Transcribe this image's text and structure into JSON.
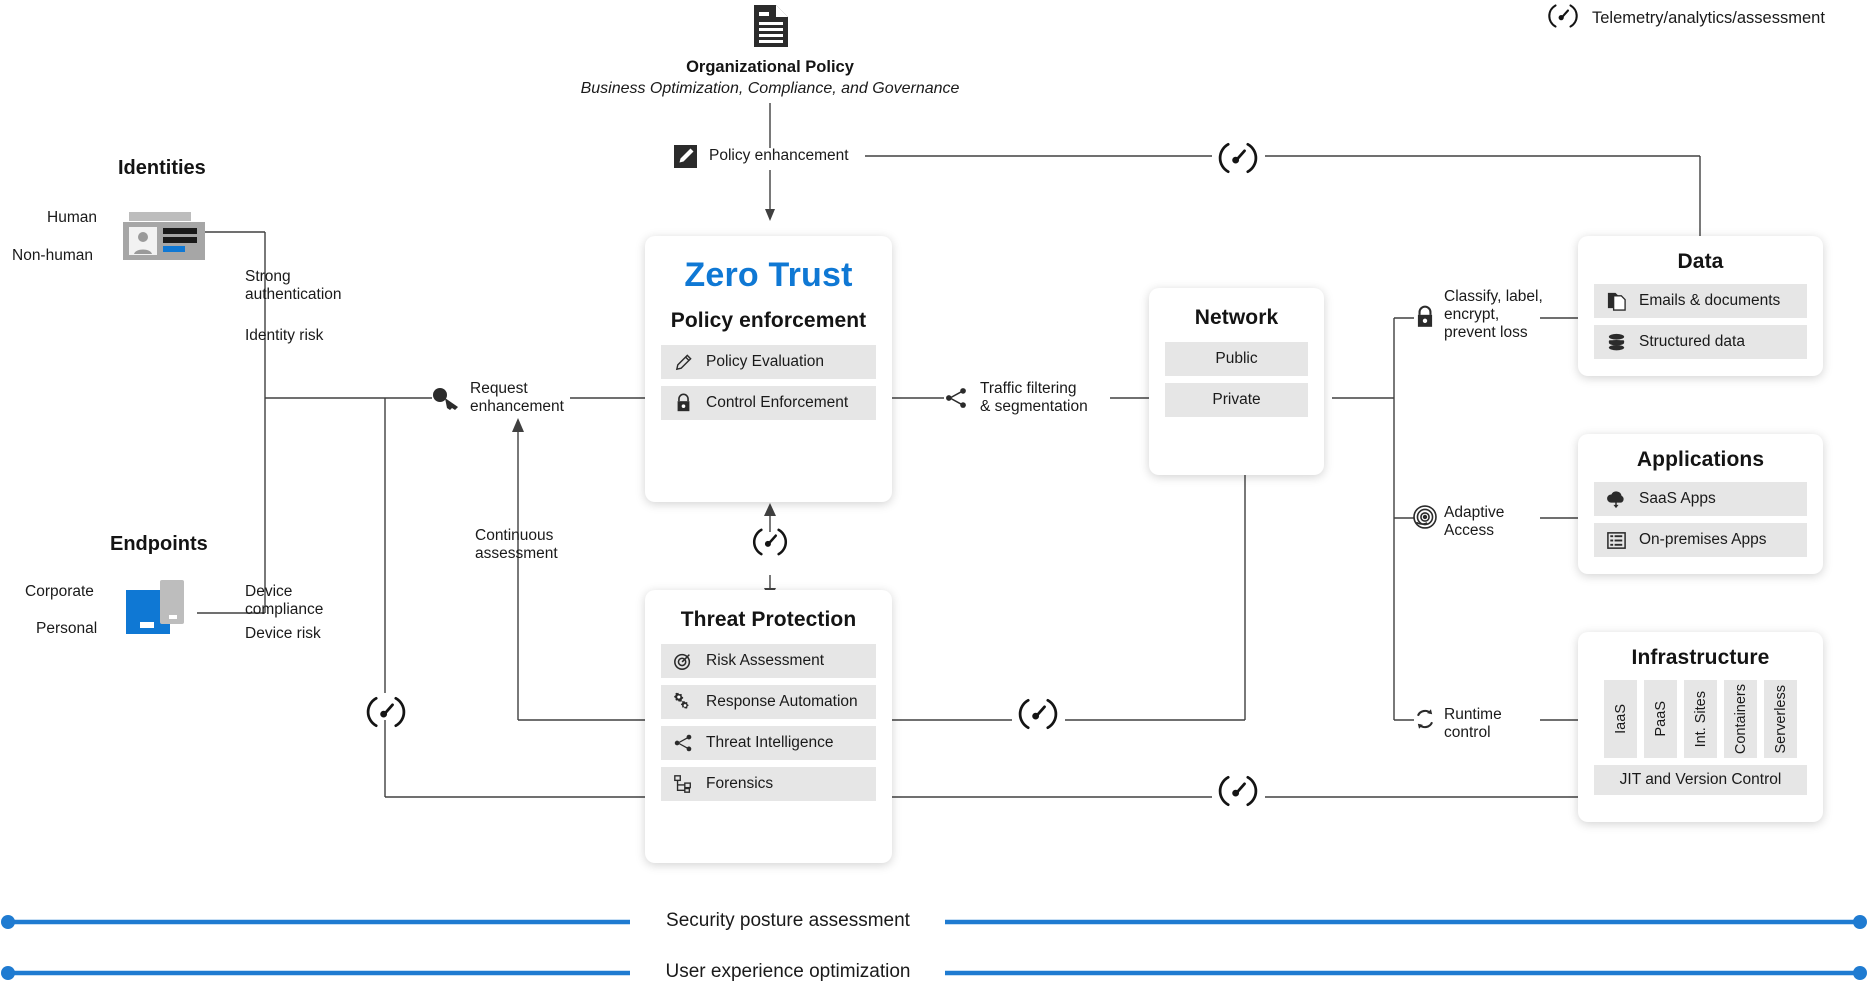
{
  "legend": {
    "icon": "gauge-icon",
    "text": "Telemetry/analytics/assessment"
  },
  "org_policy": {
    "icon": "document-icon",
    "title": "Organizational Policy",
    "subtitle": "Business Optimization, Compliance, and Governance"
  },
  "policy_enhancement": {
    "icon": "pencil-square-icon",
    "label": "Policy enhancement"
  },
  "identities": {
    "title": "Identities",
    "types": [
      "Human",
      "Non-human"
    ],
    "icon": "id-badge-icon",
    "signals": [
      "Strong\nauthentication",
      "Identity risk"
    ]
  },
  "endpoints": {
    "title": "Endpoints",
    "types": [
      "Corporate",
      "Personal"
    ],
    "icon": "laptop-phone-icon",
    "signals": [
      "Device\ncompliance",
      "Device risk"
    ]
  },
  "request_enhancement": {
    "icon": "key-icon",
    "label": "Request\nenhancement"
  },
  "continuous_assessment": {
    "label": "Continuous\nassessment"
  },
  "zero_trust": {
    "brand": "Zero Trust",
    "subtitle": "Policy enforcement",
    "items": [
      {
        "icon": "pencil-icon",
        "label": "Policy Evaluation"
      },
      {
        "icon": "lock-icon",
        "label": "Control Enforcement"
      }
    ]
  },
  "threat_protection": {
    "title": "Threat Protection",
    "items": [
      {
        "icon": "target-icon",
        "label": "Risk Assessment"
      },
      {
        "icon": "gears-icon",
        "label": "Response Automation"
      },
      {
        "icon": "share-nodes-icon",
        "label": "Threat Intelligence"
      },
      {
        "icon": "sitemap-icon",
        "label": "Forensics"
      }
    ]
  },
  "traffic_filtering": {
    "icon": "share-nodes-icon",
    "label": "Traffic filtering\n& segmentation"
  },
  "network": {
    "title": "Network",
    "items": [
      "Public",
      "Private"
    ]
  },
  "connectors": [
    {
      "icon": "lock-icon",
      "label": "Classify, label,\nencrypt,\nprevent loss"
    },
    {
      "icon": "fingerprint-icon",
      "label": "Adaptive\nAccess"
    },
    {
      "icon": "refresh-icon",
      "label": "Runtime\ncontrol"
    }
  ],
  "data_card": {
    "title": "Data",
    "items": [
      {
        "icon": "documents-icon",
        "label": "Emails & documents"
      },
      {
        "icon": "database-icon",
        "label": "Structured data"
      }
    ]
  },
  "applications_card": {
    "title": "Applications",
    "items": [
      {
        "icon": "cloud-download-icon",
        "label": "SaaS Apps"
      },
      {
        "icon": "server-icon",
        "label": "On-premises Apps"
      }
    ]
  },
  "infrastructure_card": {
    "title": "Infrastructure",
    "columns": [
      "IaaS",
      "PaaS",
      "Int. Sites",
      "Containers",
      "Serverless"
    ],
    "footer": "JIT and Version Control"
  },
  "bottom_bars": [
    {
      "label": "Security posture assessment"
    },
    {
      "label": "User experience optimization"
    }
  ],
  "colors": {
    "brand_blue": "#0f78d4",
    "bar_blue": "#1f7bd1",
    "chip_gray": "#e6e6e6",
    "wire": "#404040"
  }
}
